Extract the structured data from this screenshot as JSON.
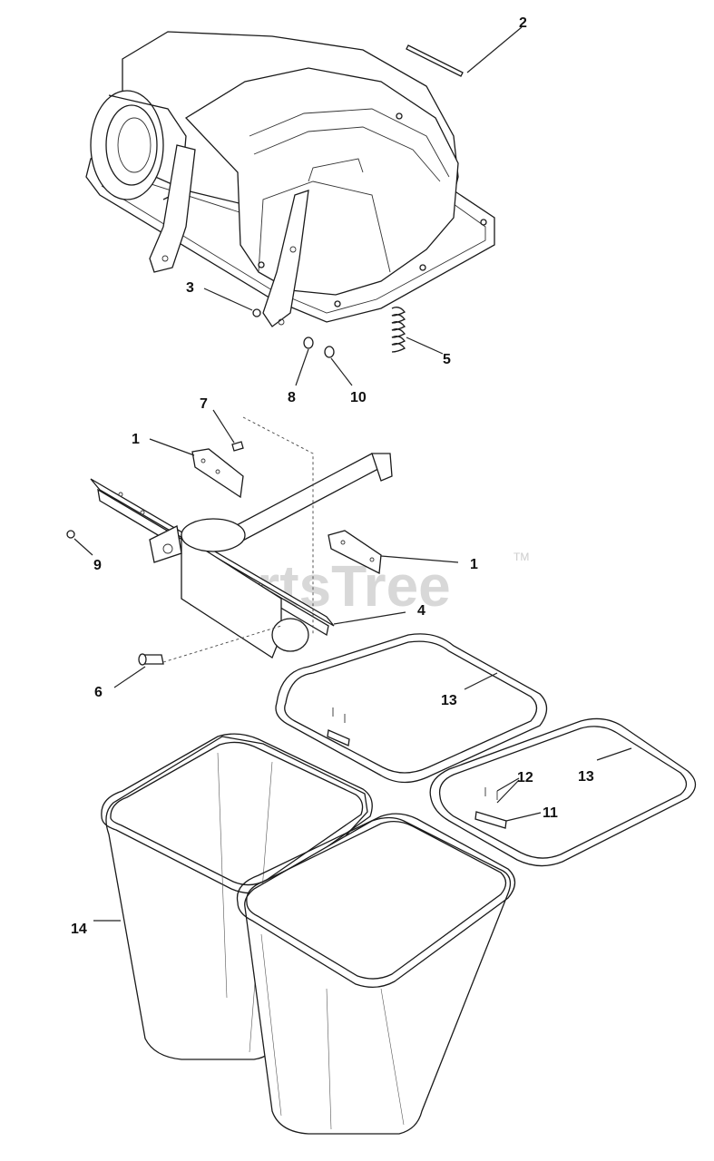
{
  "watermark": {
    "text": "PartsTree",
    "trademark": "TM"
  },
  "callouts": [
    {
      "id": "2",
      "text": "2"
    },
    {
      "id": "3",
      "text": "3"
    },
    {
      "id": "5",
      "text": "5"
    },
    {
      "id": "8",
      "text": "8"
    },
    {
      "id": "10",
      "text": "10"
    },
    {
      "id": "7",
      "text": "7"
    },
    {
      "id": "1a",
      "text": "1"
    },
    {
      "id": "9",
      "text": "9"
    },
    {
      "id": "1b",
      "text": "1"
    },
    {
      "id": "4",
      "text": "4"
    },
    {
      "id": "6",
      "text": "6"
    },
    {
      "id": "13a",
      "text": "13"
    },
    {
      "id": "13b",
      "text": "13"
    },
    {
      "id": "12",
      "text": "12"
    },
    {
      "id": "11",
      "text": "11"
    },
    {
      "id": "14",
      "text": "14"
    }
  ],
  "colors": {
    "line": "#1a1a1a",
    "watermark": "#d8d8d8",
    "background": "#ffffff"
  }
}
